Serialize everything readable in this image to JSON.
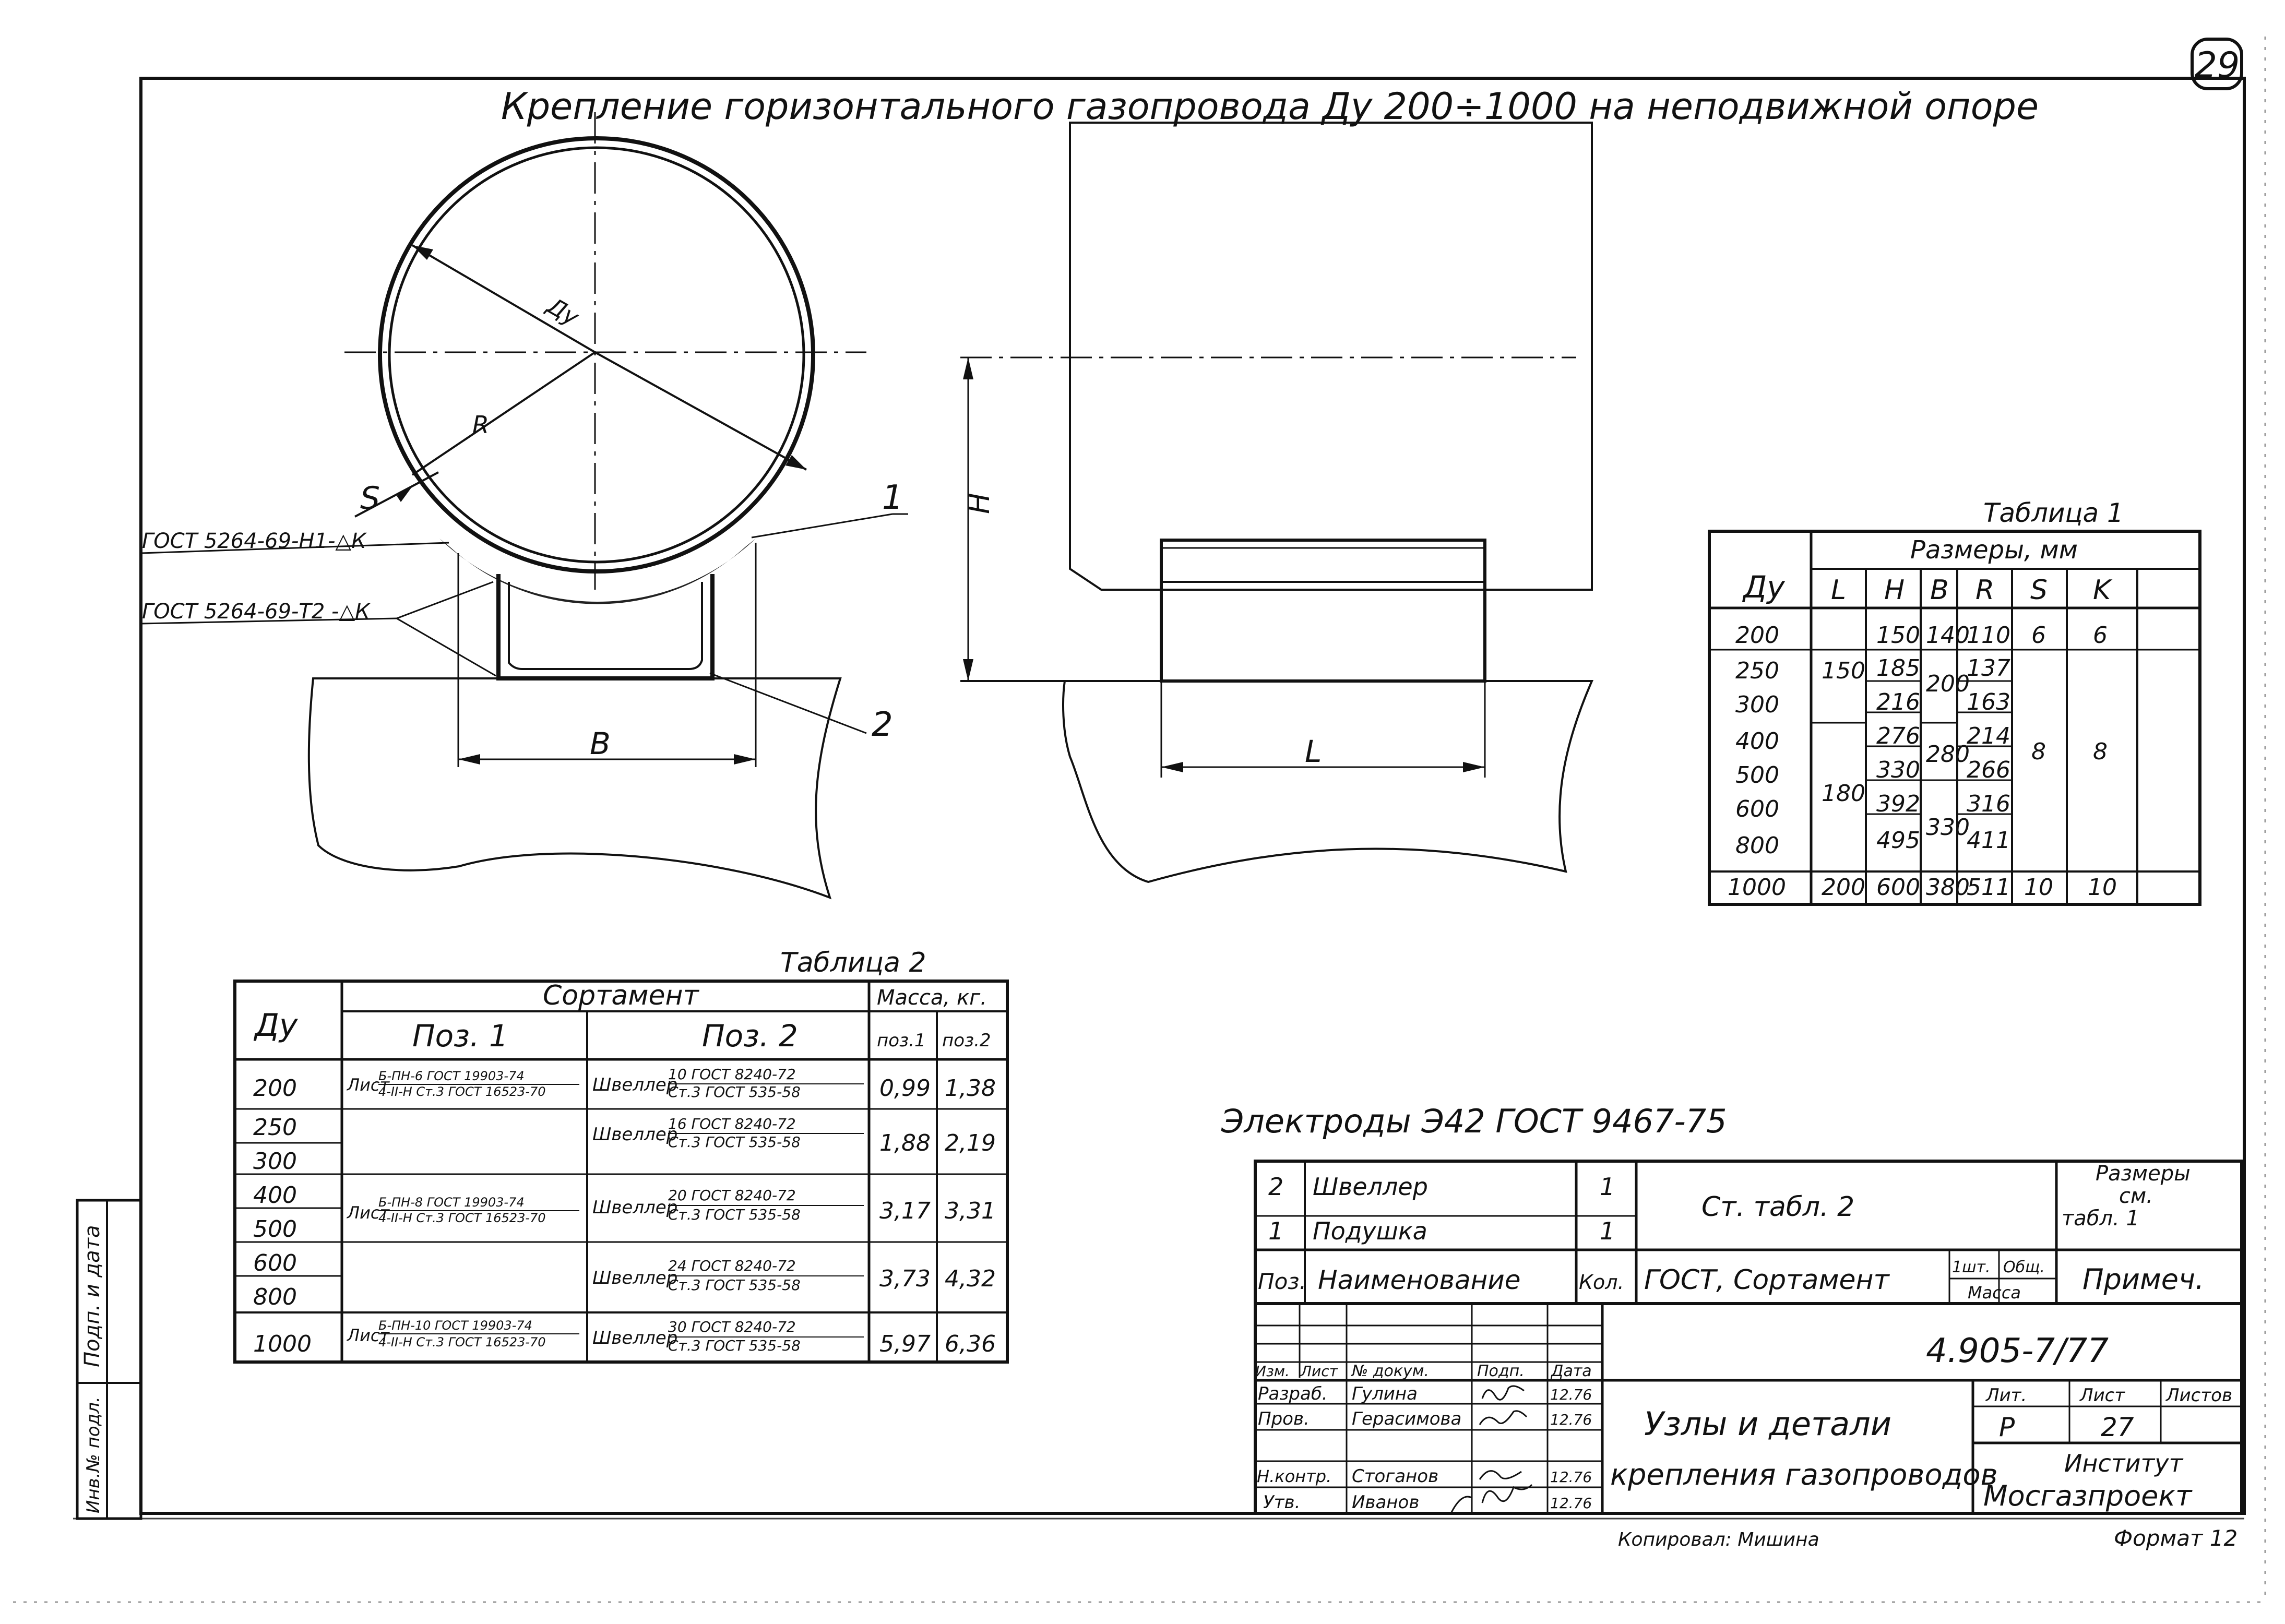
{
  "sheet_number": "29",
  "title": "Крепление горизонтального газопровода Ду 200÷1000 на неподвижной опоре",
  "drawing_labels": {
    "du": "Ду",
    "r": "R",
    "s": "S",
    "h": "H",
    "b": "B",
    "l": "L",
    "pos1": "1",
    "pos2": "2",
    "weld1": "ГОСТ 5264-69-Н1-△К",
    "weld2": "ГОСТ 5264-69-Т2 -△К"
  },
  "table1": {
    "caption": "Таблица 1",
    "header_du": "Ду",
    "header_sizes": "Размеры, мм",
    "cols": [
      "L",
      "H",
      "B",
      "R",
      "S",
      "K"
    ],
    "du_values": [
      "200",
      "250",
      "300",
      "400",
      "500",
      "600",
      "800",
      "1000"
    ],
    "L": [
      "150",
      "180",
      "200"
    ],
    "H": [
      "150",
      "185",
      "216",
      "276",
      "330",
      "392",
      "495",
      "600"
    ],
    "B": [
      "140",
      "200",
      "280",
      "330",
      "380"
    ],
    "R": [
      "110",
      "137",
      "163",
      "214",
      "266",
      "316",
      "411",
      "511"
    ],
    "S": [
      "6",
      "8",
      "10"
    ],
    "K": [
      "6",
      "8",
      "10"
    ]
  },
  "table2": {
    "caption": "Таблица 2",
    "header_du": "Ду",
    "header_sortament": "Сортамент",
    "header_mass": "Масса, кг.",
    "header_pos1": "Поз. 1",
    "header_pos2": "Поз. 2",
    "header_m1": "поз.1",
    "header_m2": "поз.2",
    "du_values": [
      "200",
      "250",
      "300",
      "400",
      "500",
      "600",
      "800",
      "1000"
    ],
    "pos1_groups": [
      {
        "prefix": "Лист",
        "top": "Б-ПН-6 ГОСТ 19903-74",
        "bottom": "4-II-Н Ст.3 ГОСТ 16523-70"
      },
      {
        "prefix": "Лист",
        "top": "Б-ПН-8 ГОСТ 19903-74",
        "bottom": "4-II-Н Ст.3 ГОСТ 16523-70"
      },
      {
        "prefix": "Лист",
        "top": "Б-ПН-10 ГОСТ 19903-74",
        "bottom": "4-II-Н Ст.3 ГОСТ 16523-70"
      }
    ],
    "pos2_groups": [
      {
        "prefix": "Швеллер",
        "top": "10 ГОСТ 8240-72",
        "bottom": "Ст.3 ГОСТ 535-58",
        "m1": "0,99",
        "m2": "1,38"
      },
      {
        "prefix": "Швеллер",
        "top": "16 ГОСТ 8240-72",
        "bottom": "Ст.3 ГОСТ 535-58",
        "m1": "1,88",
        "m2": "2,19"
      },
      {
        "prefix": "Швеллер",
        "top": "20 ГОСТ 8240-72",
        "bottom": "Ст.3 ГОСТ 535-58",
        "m1": "3,17",
        "m2": "3,31"
      },
      {
        "prefix": "Швеллер",
        "top": "24 ГОСТ 8240-72",
        "bottom": "Ст.3 ГОСТ 535-58",
        "m1": "3,73",
        "m2": "4,32"
      },
      {
        "prefix": "Швеллер",
        "top": "30 ГОСТ 8240-72",
        "bottom": "Ст.3 ГОСТ 535-58",
        "m1": "5,97",
        "m2": "6,36"
      }
    ]
  },
  "electrodes": "Электроды Э42 ГОСТ 9467-75",
  "spec": {
    "rows": [
      {
        "pos": "2",
        "name": "Швеллер",
        "qty": "1"
      },
      {
        "pos": "1",
        "name": "Подушка",
        "qty": "1"
      }
    ],
    "material": "Ст. табл. 2",
    "note_top": "Размеры",
    "note_mid": "см.",
    "note_bot": "табл. 1",
    "h_pos": "Поз.",
    "h_name": "Наименование",
    "h_qty": "Кол.",
    "h_gost": "ГОСТ, Сортамент",
    "h_mass1": "1шт.",
    "h_mass2": "Общ.",
    "h_mass3": "Масса",
    "h_note": "Примеч."
  },
  "titleblock": {
    "doc_number": "4.905-7/77",
    "row_labels": [
      "Изм.",
      "Лист",
      "№ докум.",
      "Подп.",
      "Дата"
    ],
    "people": [
      {
        "role": "Разраб.",
        "name": "Гулина",
        "date": "12.76"
      },
      {
        "role": "Пров.",
        "name": "Герасимова",
        "date": "12.76"
      },
      {
        "role": "Н.контр.",
        "name": "Стоганов",
        "date": "12.76"
      },
      {
        "role": "Утв.",
        "name": "Иванов",
        "date": "12.76"
      }
    ],
    "name_line1": "Узлы и детали",
    "name_line2": "крепления газопроводов",
    "h_lit": "Лит.",
    "h_sheet": "Лист",
    "h_sheets": "Листов",
    "lit": "Р",
    "sheet": "27",
    "org1": "Институт",
    "org2": "Мосгазпроект"
  },
  "side_stamps": [
    "Подп. и дата",
    "Инв.№ подл."
  ],
  "footer_copied": "Копировал: Мишина",
  "footer_format": "Формат 12"
}
